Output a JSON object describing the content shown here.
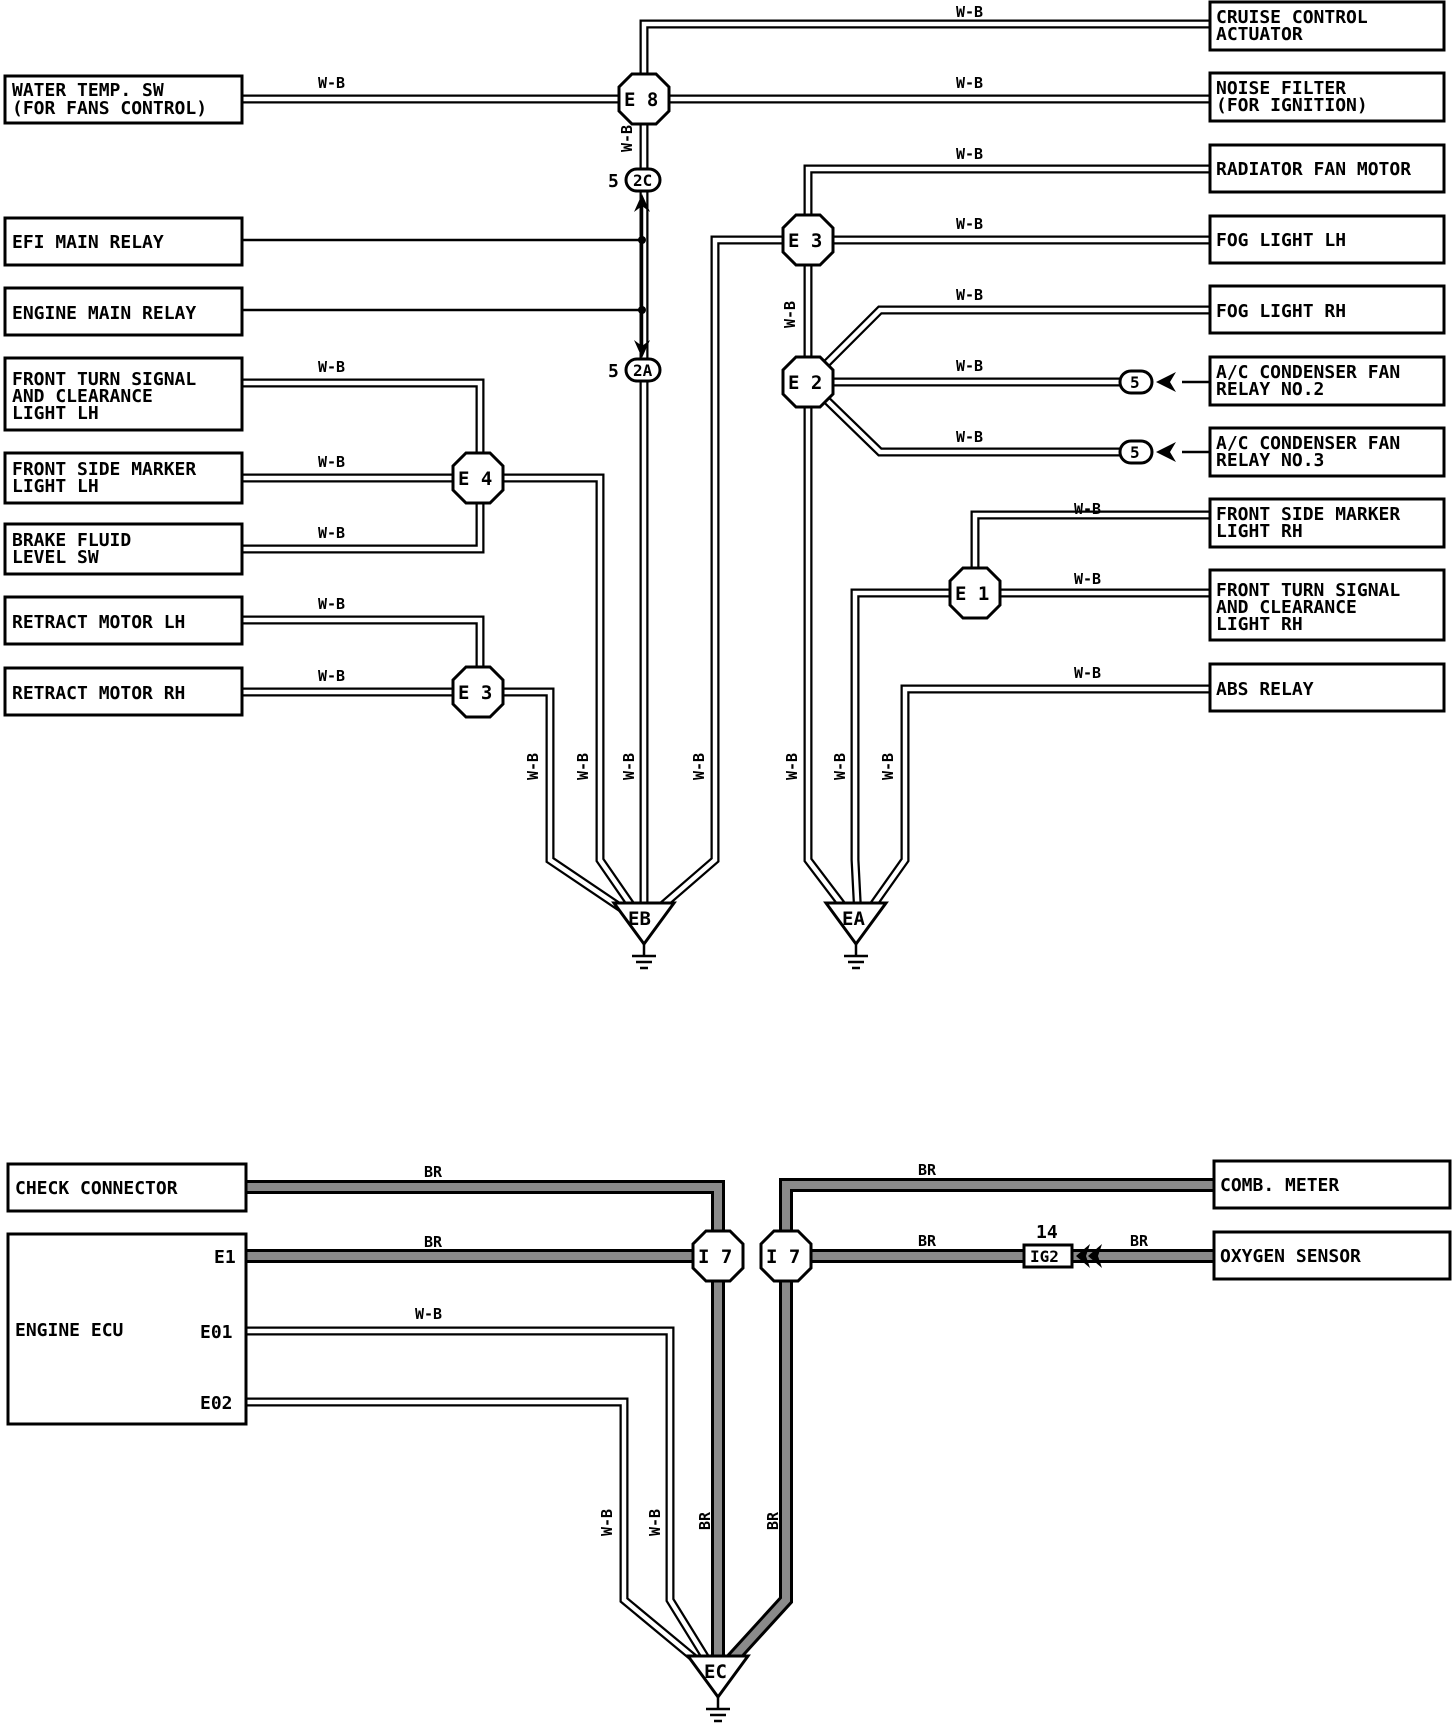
{
  "diagram": {
    "components": {
      "cruise_control_actuator": [
        "CRUISE CONTROL",
        "ACTUATOR"
      ],
      "water_temp_sw": [
        "WATER TEMP. SW",
        "(FOR FANS CONTROL)"
      ],
      "noise_filter": [
        "NOISE FILTER",
        "(FOR IGNITION)"
      ],
      "radiator_fan_motor": [
        "RADIATOR FAN MOTOR"
      ],
      "efi_main_relay": [
        "EFI MAIN RELAY"
      ],
      "fog_light_lh": [
        "FOG LIGHT LH"
      ],
      "engine_main_relay": [
        "ENGINE MAIN RELAY"
      ],
      "fog_light_rh": [
        "FOG LIGHT RH"
      ],
      "front_turn_signal_lh": [
        "FRONT TURN SIGNAL",
        "AND CLEARANCE",
        "LIGHT LH"
      ],
      "ac_condenser_fan_relay_2": [
        "A/C CONDENSER FAN",
        "RELAY NO.2"
      ],
      "ac_condenser_fan_relay_3": [
        "A/C CONDENSER FAN",
        "RELAY NO.3"
      ],
      "front_side_marker_lh": [
        "FRONT SIDE MARKER",
        "LIGHT LH"
      ],
      "brake_fluid_level_sw": [
        "BRAKE FLUID",
        "LEVEL SW"
      ],
      "front_side_marker_rh": [
        "FRONT SIDE MARKER",
        "LIGHT RH"
      ],
      "retract_motor_lh": [
        "RETRACT MOTOR LH"
      ],
      "front_turn_signal_rh": [
        "FRONT TURN SIGNAL",
        "AND CLEARANCE",
        "LIGHT RH"
      ],
      "retract_motor_rh": [
        "RETRACT MOTOR RH"
      ],
      "abs_relay": [
        "ABS RELAY"
      ],
      "check_connector": [
        "CHECK CONNECTOR"
      ],
      "comb_meter": [
        "COMB. METER"
      ],
      "engine_ecu": [
        "ENGINE ECU"
      ],
      "oxygen_sensor": [
        "OXYGEN SENSOR"
      ]
    },
    "ecu_pins": {
      "e1": "E1",
      "e01": "E01",
      "e02": "E02"
    },
    "wire_colors": {
      "wb": "W-B",
      "br": "BR"
    },
    "junctions": {
      "e8": "E 8",
      "e3_top": "E 3",
      "e2": "E 2",
      "e4": "E 4",
      "e3_low": "E 3",
      "e1": "E 1",
      "i7_left": "I 7",
      "i7_right": "I 7"
    },
    "connectors": {
      "c2c": "2C",
      "c2a": "2A",
      "c2c_pin": "5",
      "c2a_pin": "5",
      "relay_pin": "5",
      "ig2": "IG2",
      "ig2_pin": "14"
    },
    "grounds": {
      "eb": "EB",
      "ea": "EA",
      "ec": "EC"
    }
  }
}
